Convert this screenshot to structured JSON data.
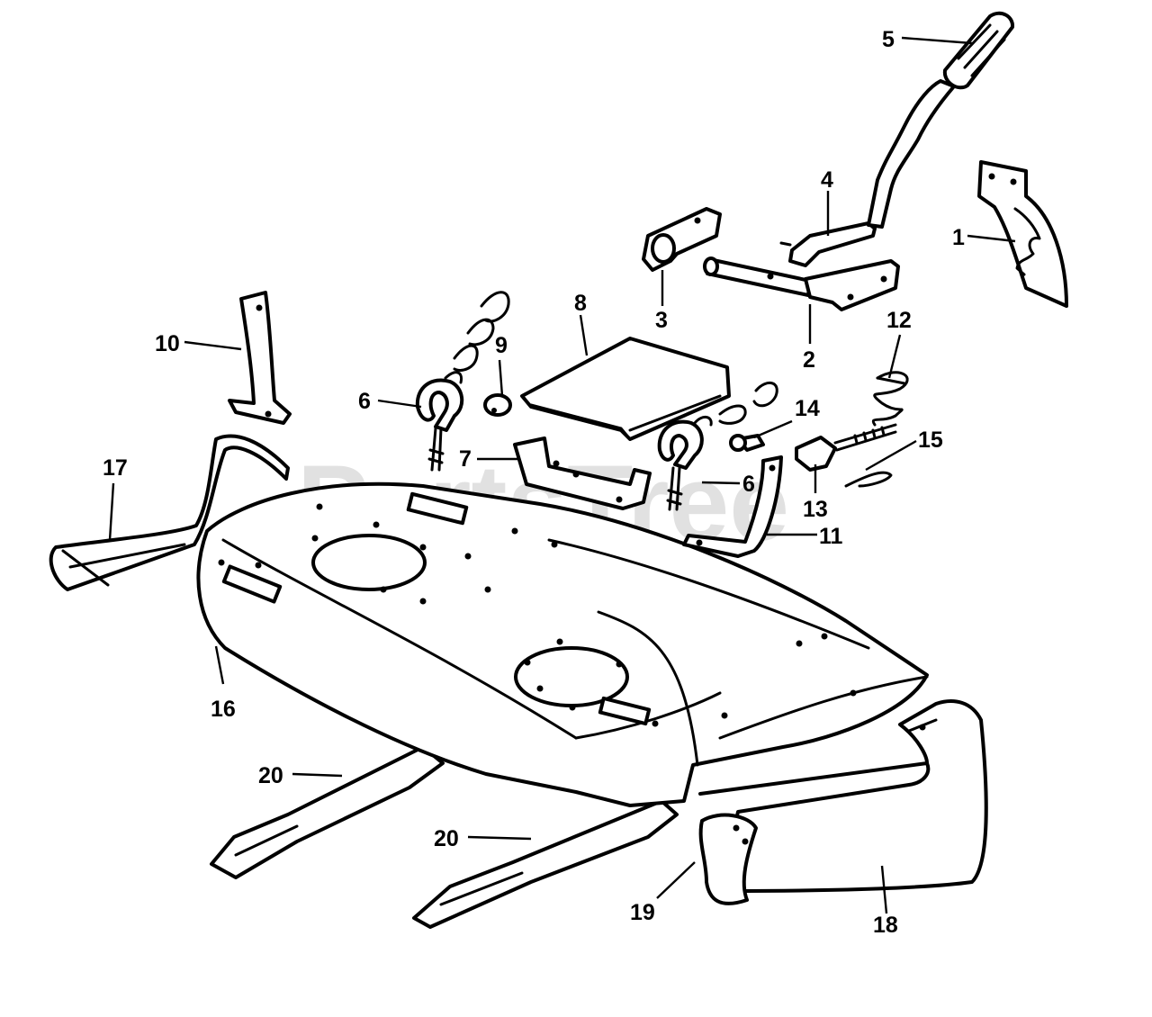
{
  "watermark": "PartsTree",
  "callouts": {
    "c1": "1",
    "c2": "2",
    "c3": "3",
    "c4": "4",
    "c5": "5",
    "c6a": "6",
    "c6b": "6",
    "c7": "7",
    "c8": "8",
    "c9": "9",
    "c10": "10",
    "c11": "11",
    "c12": "12",
    "c13": "13",
    "c14": "14",
    "c15": "15",
    "c16": "16",
    "c17": "17",
    "c18": "18",
    "c19": "19",
    "c20a": "20",
    "c20b": "20"
  }
}
